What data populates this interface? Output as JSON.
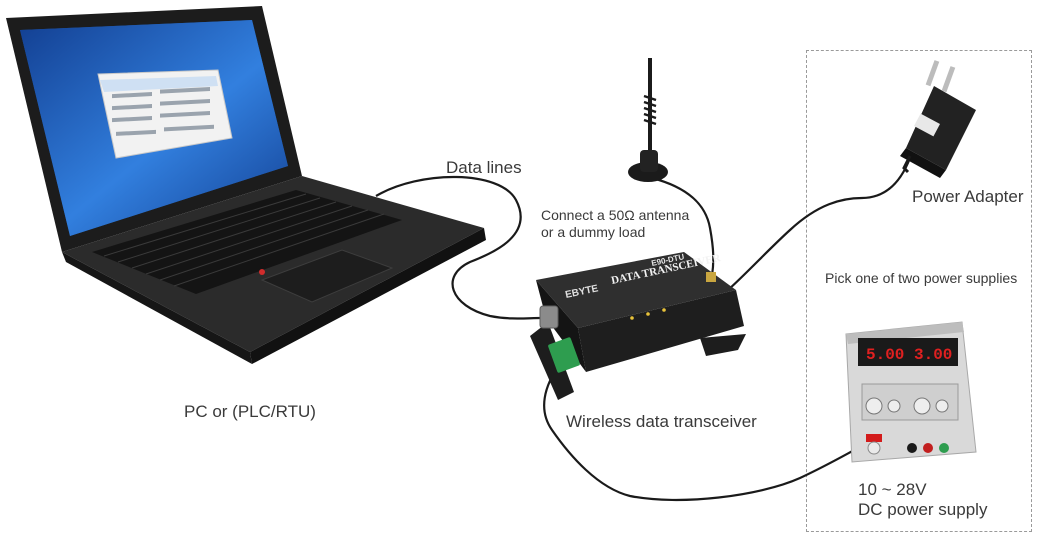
{
  "labels": {
    "data_lines": "Data lines",
    "antenna_note_line1": "Connect a 50Ω antenna",
    "antenna_note_line2": "or a dummy load",
    "power_adapter": "Power Adapter",
    "pick_supply": "Pick one of two power supplies",
    "pc": "PC or (PLC/RTU)",
    "transceiver": "Wireless data transceiver",
    "voltage_range": "10 ~ 28V",
    "dc_supply": "DC power supply"
  },
  "device_text": {
    "model": "E90-DTU",
    "title": "DATA TRANSCEIVER",
    "brand": "EBYTE",
    "psu_display_left": "5.00",
    "psu_display_right": "3.00"
  },
  "colors": {
    "cable": "#1a1a1a",
    "laptop_body": "#2b2b2b",
    "screen_blue": "#1f64c8",
    "transceiver": "#262626",
    "terminal_green": "#2e9d4f",
    "psu_display": "#d31b1b"
  }
}
